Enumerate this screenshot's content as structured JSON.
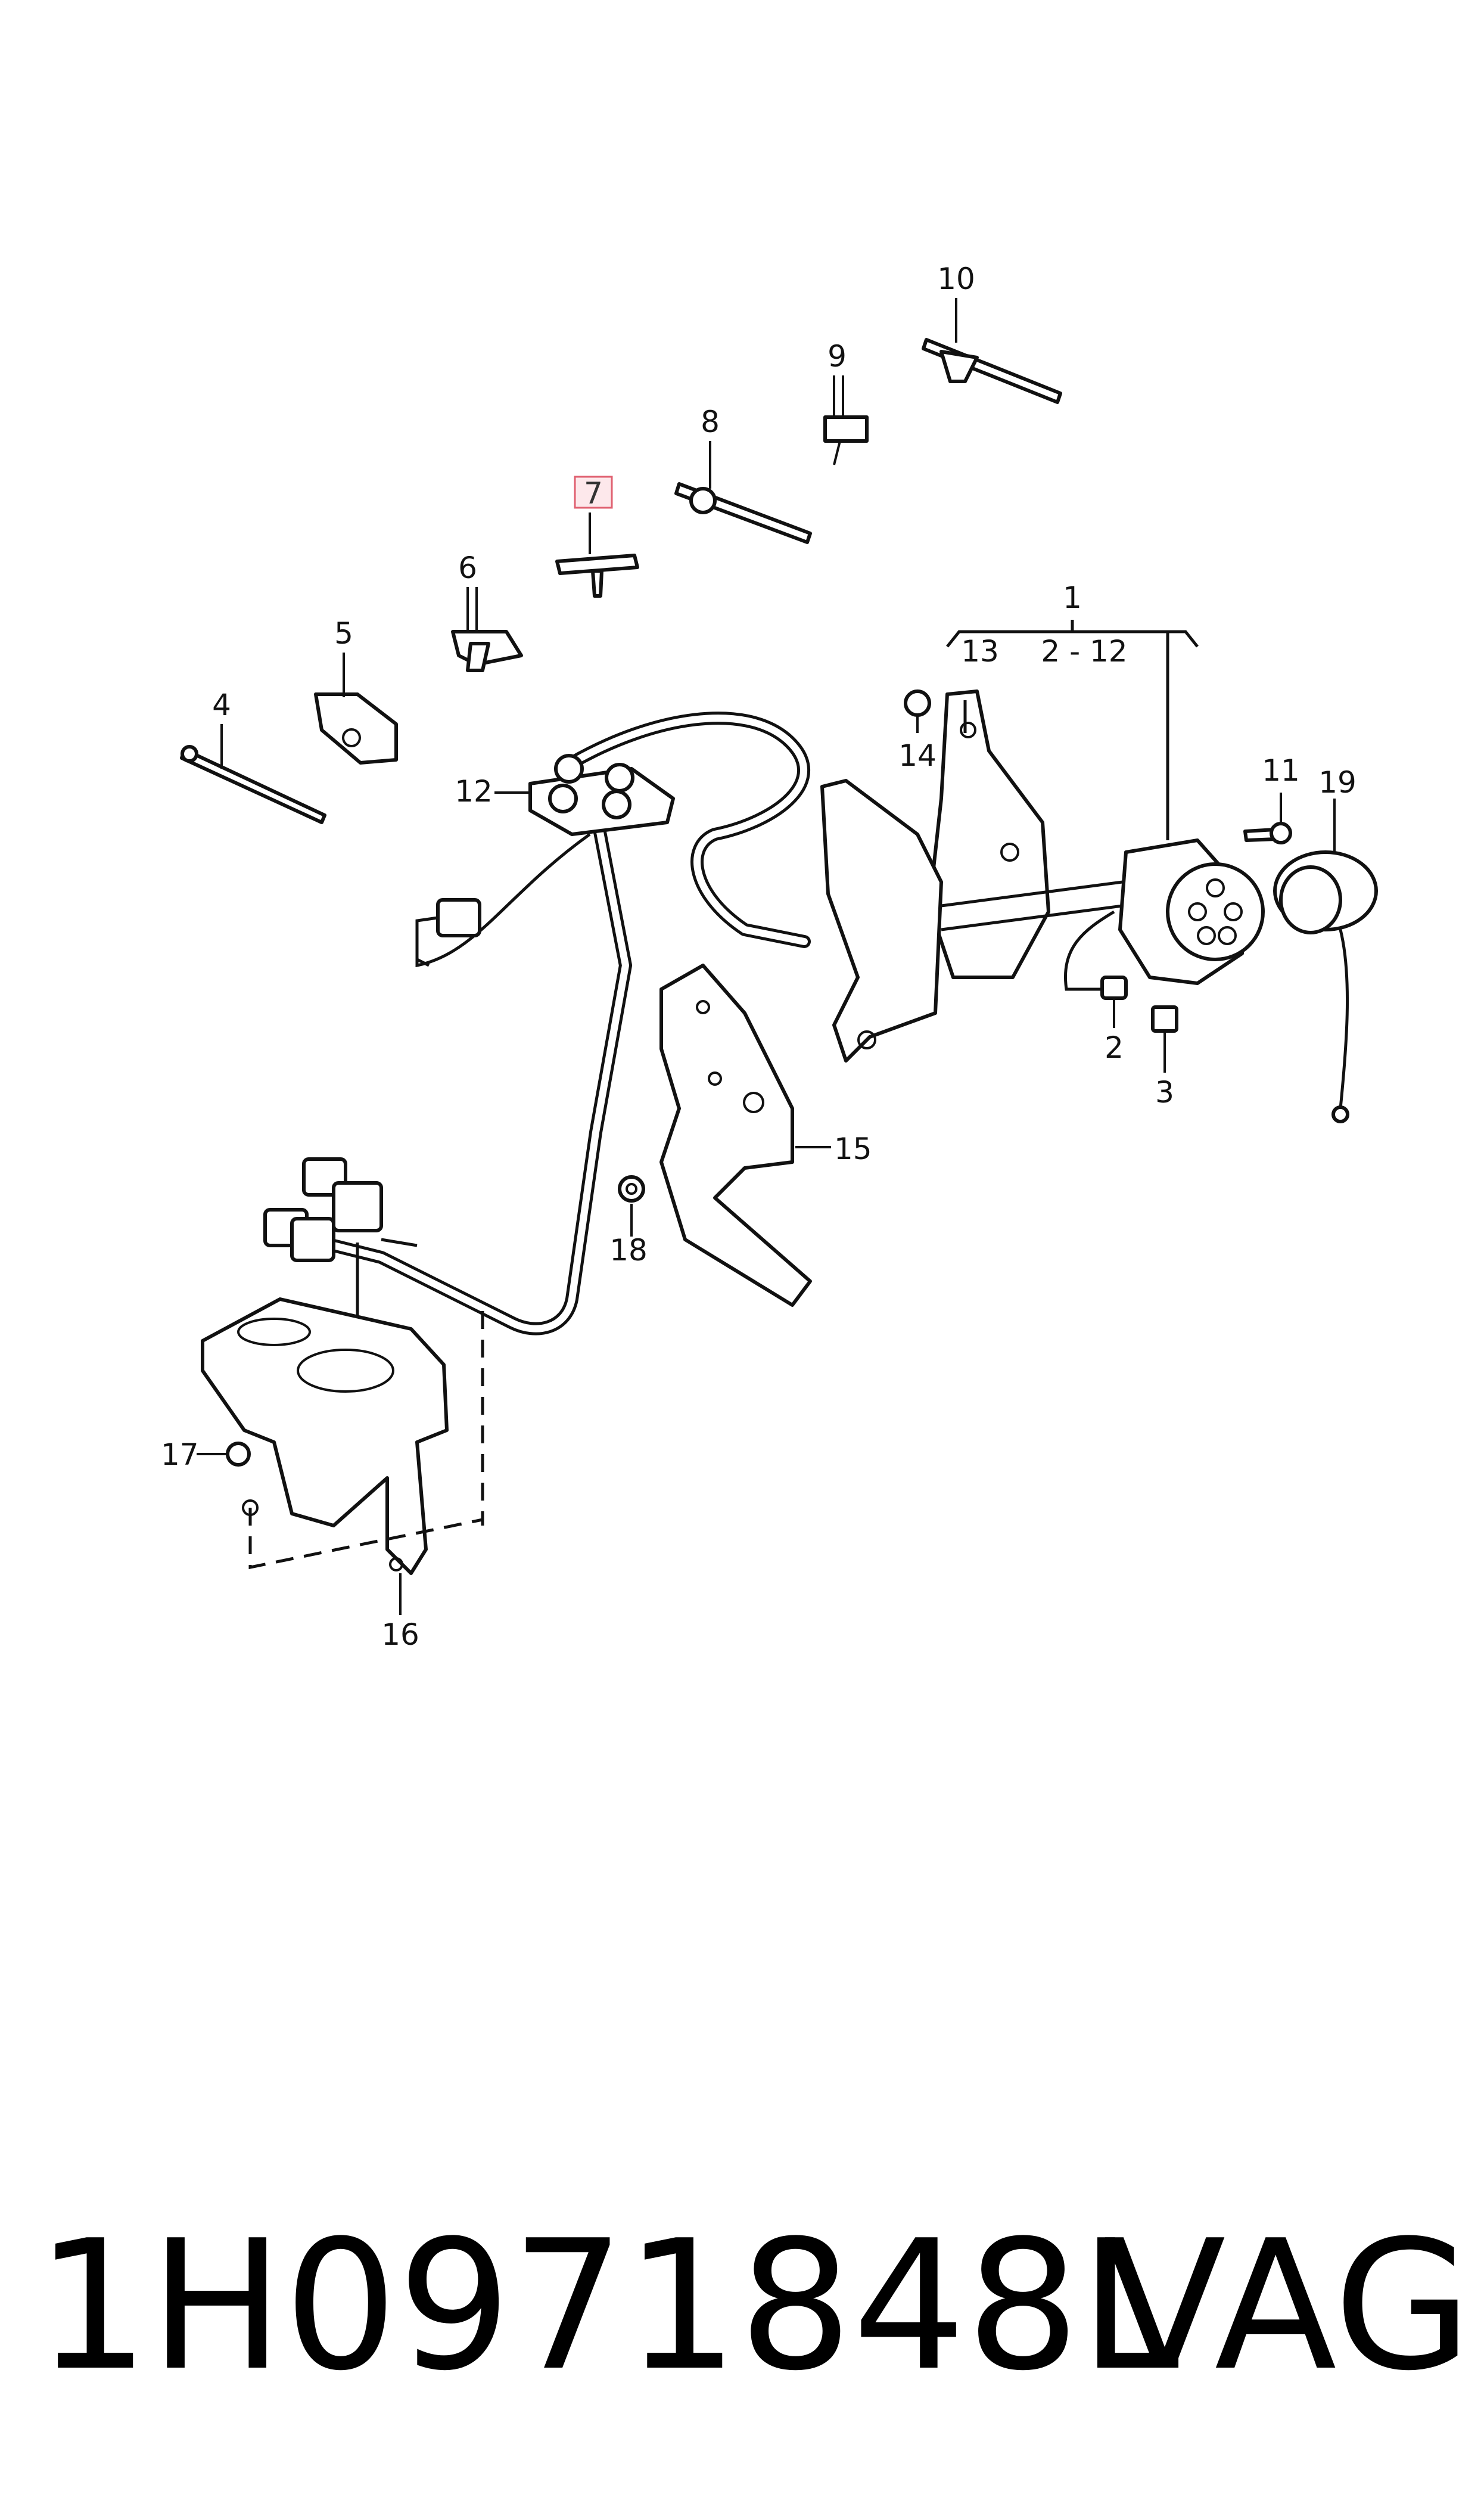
{
  "callouts": {
    "c1": "1",
    "c2": "2",
    "c3": "3",
    "c4": "4",
    "c5": "5",
    "c6": "6",
    "c7": "7",
    "c8": "8",
    "c9": "9",
    "c10": "10",
    "c11": "11",
    "c12": "12",
    "c13": "13",
    "c2_12": "2 - 12",
    "c14": "14",
    "c15": "15",
    "c16": "16",
    "c17": "17",
    "c18": "18",
    "c19": "19"
  },
  "highlight": {
    "callout": "7",
    "color": "#e06070"
  },
  "caption": {
    "part_number": "1H0971848L",
    "brand": "VAG"
  }
}
